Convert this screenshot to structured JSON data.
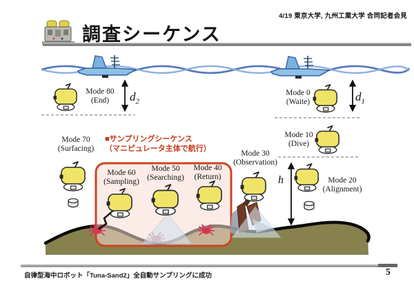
{
  "slide": {
    "header_note": "4/19 東京大学, 九州工業大学 合同記者会見",
    "title": "調査シーケンス",
    "footer_caption": "自律型海中ロボット「Tuna-Sand2」全自動サンプリングに成功",
    "page_number": "5"
  },
  "sampling_box": {
    "heading_line1": "■サンプリングシーケンス",
    "heading_line2": "（マニピュレータ主体で航行）"
  },
  "modes": {
    "mode80": {
      "name": "Mode 80",
      "state": "(End)"
    },
    "mode70": {
      "name": "Mode 70",
      "state": "(Surfacing)"
    },
    "mode60": {
      "name": "Mode 60",
      "state": "(Sampling)"
    },
    "mode50": {
      "name": "Mode 50",
      "state": "(Searching)"
    },
    "mode40": {
      "name": "Mode 40",
      "state": "(Return)"
    },
    "mode30": {
      "name": "Mode 30",
      "state": "(Observation)"
    },
    "mode20": {
      "name": "Mode 20",
      "state": "(Alignment)"
    },
    "mode10": {
      "name": "Mode 10",
      "state": "(Dive)"
    },
    "mode0": {
      "name": "Mode 0",
      "state": "(Waite)"
    }
  },
  "annotations": {
    "d2_base": "d",
    "d2_sub": "2",
    "d1_base": "d",
    "d1_sub": "1",
    "h": "h"
  },
  "colors": {
    "accent_text_red": "#c23a1b",
    "box_border_red": "#cc4423",
    "box_fill_pink": "#f8ddd5",
    "robot_yellow": "#f0e468",
    "seafloor_olive": "#87814e",
    "water_blue": "#5073b8",
    "crab_red": "#d6354f"
  }
}
